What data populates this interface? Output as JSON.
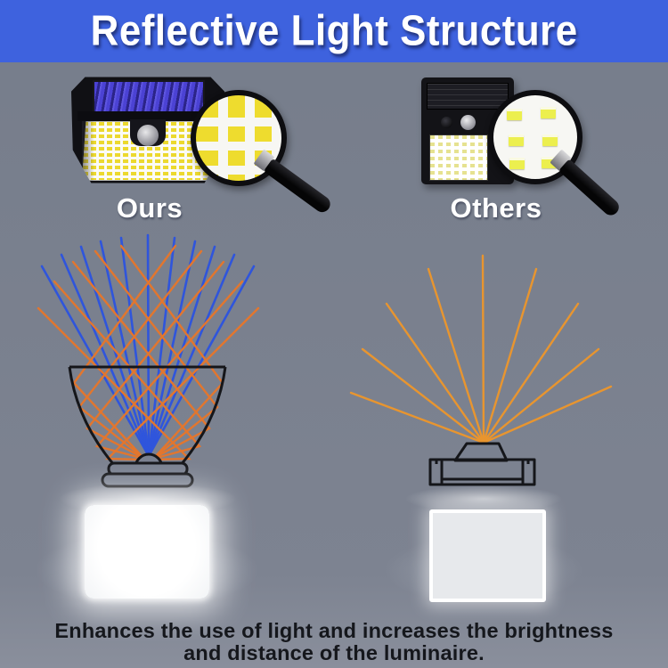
{
  "banner": {
    "title": "Reflective Light Structure"
  },
  "products": {
    "ours": {
      "label": "Ours"
    },
    "others": {
      "label": "Others",
      "magnifier_led_count": 6
    }
  },
  "caption": {
    "line1": "Enhances the use of light and increases the brightness",
    "line2": "and distance of the luminaire."
  },
  "colors": {
    "banner_bg": "#3E62DE",
    "background": "#767D8B",
    "label_text": "#FFFFFF",
    "caption_text": "#15171C",
    "direct_ray": "#2F55DC",
    "reflected_ray": "#E2762E",
    "others_ray": "#E8952F",
    "led_chip_yellow": "#EEDC2E"
  }
}
